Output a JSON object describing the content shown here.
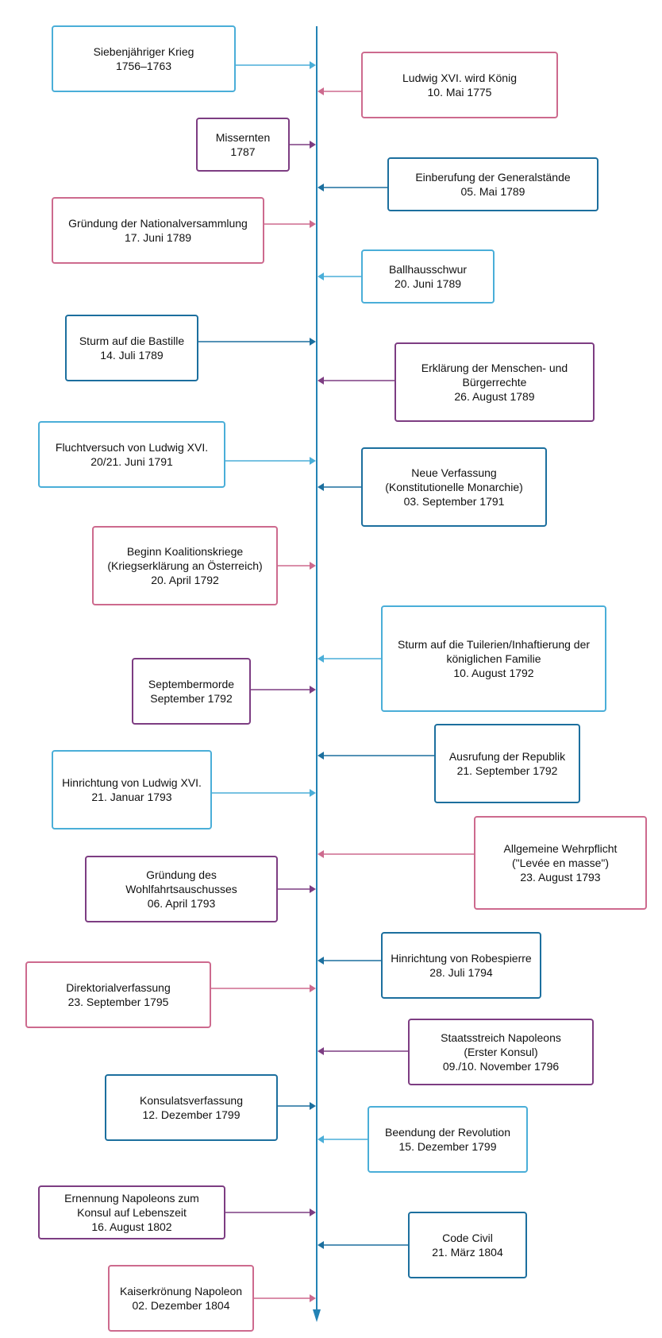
{
  "colors": {
    "axis": "#2383b5",
    "blue": "#4aaed8",
    "pink": "#cd6a8e",
    "purple": "#7d3d82",
    "teal": "#1c6f9e"
  },
  "events": [
    {
      "lines": [
        "Siebenjähriger Krieg",
        "1756–1763"
      ],
      "side": "left",
      "color": "blue"
    },
    {
      "lines": [
        "Ludwig XVI. wird König",
        "10. Mai 1775"
      ],
      "side": "right",
      "color": "pink"
    },
    {
      "lines": [
        "Missernten",
        "1787"
      ],
      "side": "left",
      "color": "purple"
    },
    {
      "lines": [
        "Einberufung der Generalstände",
        "05. Mai 1789"
      ],
      "side": "right",
      "color": "teal"
    },
    {
      "lines": [
        "Gründung der Nationalversammlung",
        "17. Juni 1789"
      ],
      "side": "left",
      "color": "pink"
    },
    {
      "lines": [
        "Ballhausschwur",
        "20. Juni 1789"
      ],
      "side": "right",
      "color": "blue"
    },
    {
      "lines": [
        "Sturm auf die Bastille",
        "14. Juli 1789"
      ],
      "side": "left",
      "color": "teal"
    },
    {
      "lines": [
        "Erklärung der Menschen- und",
        "Bürgerrechte",
        "26. August 1789"
      ],
      "side": "right",
      "color": "purple"
    },
    {
      "lines": [
        "Fluchtversuch  von Ludwig XVI.",
        "20/21. Juni 1791"
      ],
      "side": "left",
      "color": "blue"
    },
    {
      "lines": [
        "Neue Verfassung",
        "(Konstitutionelle Monarchie)",
        "03. September 1791"
      ],
      "side": "right",
      "color": "teal"
    },
    {
      "lines": [
        "Beginn Koalitionskriege",
        "(Kriegserklärung an Österreich)",
        "20. April 1792"
      ],
      "side": "left",
      "color": "pink"
    },
    {
      "lines": [
        "Sturm auf die Tuilerien/Inhaftierung der",
        "königlichen Familie",
        "10. August 1792"
      ],
      "side": "right",
      "color": "blue"
    },
    {
      "lines": [
        "Septembermorde",
        "September 1792"
      ],
      "side": "left",
      "color": "purple"
    },
    {
      "lines": [
        "Ausrufung der Republik",
        "21. September 1792"
      ],
      "side": "right",
      "color": "teal"
    },
    {
      "lines": [
        "Hinrichtung von Ludwig XVI.",
        "21. Januar 1793"
      ],
      "side": "left",
      "color": "blue"
    },
    {
      "lines": [
        "Allgemeine Wehrpflicht",
        "(\"Levée en masse\")",
        "23. August 1793"
      ],
      "side": "right",
      "color": "pink"
    },
    {
      "lines": [
        "Gründung des",
        "Wohlfahrtsauschusses",
        "06. April 1793"
      ],
      "side": "left",
      "color": "purple"
    },
    {
      "lines": [
        "Hinrichtung von Robespierre",
        "28. Juli 1794"
      ],
      "side": "right",
      "color": "teal"
    },
    {
      "lines": [
        "Direktorialverfassung",
        "23. September 1795"
      ],
      "side": "left",
      "color": "pink"
    },
    {
      "lines": [
        "Staatsstreich Napoleons",
        "(Erster Konsul)",
        "09./10. November 1796"
      ],
      "side": "right",
      "color": "purple"
    },
    {
      "lines": [
        "Konsulatsverfassung",
        "12. Dezember 1799"
      ],
      "side": "left",
      "color": "teal"
    },
    {
      "lines": [
        "Beendung der Revolution",
        "15. Dezember 1799"
      ],
      "side": "right",
      "color": "blue"
    },
    {
      "lines": [
        "Ernennung Napoleons zum",
        "Konsul auf Lebenszeit",
        "16. August 1802"
      ],
      "side": "left",
      "color": "purple"
    },
    {
      "lines": [
        "Code Civil",
        "21. März 1804"
      ],
      "side": "right",
      "color": "teal"
    },
    {
      "lines": [
        "Kaiserkrönung Napoleon",
        "02. Dezember 1804"
      ],
      "side": "left",
      "color": "pink"
    }
  ]
}
